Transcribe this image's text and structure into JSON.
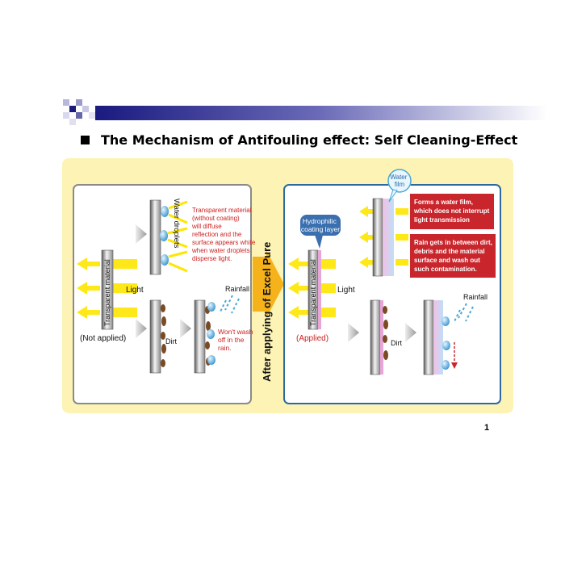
{
  "title": "The Mechanism of Antifouling effect: Self Cleaning-Effect",
  "page_number": "1",
  "colors": {
    "panel_bg": "#fdf3b4",
    "arrow_orange": "#f5b21a",
    "light_ray": "#ffe600",
    "callout_red": "#c8262c",
    "text_red": "#cc1f1f",
    "left_border": "#8a8a8a",
    "right_border": "#2b6aa0",
    "label_blue": "#3a6fb0",
    "droplet": "#4aa6d6",
    "dirt": "#7a4a23"
  },
  "icons": {
    "header": "gradient-checker-bar",
    "bullet": "black-square-bullet",
    "transition": "orange-arrow",
    "rays": "light-ray-arrows",
    "droplets": "water-droplets",
    "rain": "rainfall-drops",
    "dirt": "dirt-particles",
    "wash": "dashed-down-arrow"
  },
  "left_panel": {
    "material_label": "Transparent material",
    "light_label": "Light",
    "status": "(Not applied)",
    "droplets_label": "Water droplets",
    "explanation": [
      "Transparent material",
      "(without coating)",
      "will diffuse",
      "reflection and the",
      "surface appears white",
      "when water droplets",
      "disperse light."
    ],
    "dirt_label": "Dirt",
    "rain_label": "Rainfall",
    "wont_wash": [
      "Won't wash",
      "off in the",
      "rain."
    ]
  },
  "transition_label": "After applying of Excel Pure",
  "right_panel": {
    "coating_callout": [
      "Hydrophilic",
      "coating layer"
    ],
    "film_callout": [
      "Water",
      "film"
    ],
    "material_label": "Transparent material",
    "light_label": "Light",
    "status": "(Applied)",
    "dirt_label": "Dirt",
    "rain_label": "Rainfall",
    "film_box": [
      "Forms a water film,",
      "which does not interrupt",
      "light transmission"
    ],
    "clean_box": [
      "Rain gets in between dirt,",
      "debris and the material",
      "surface and wash out",
      "such contamination."
    ]
  }
}
